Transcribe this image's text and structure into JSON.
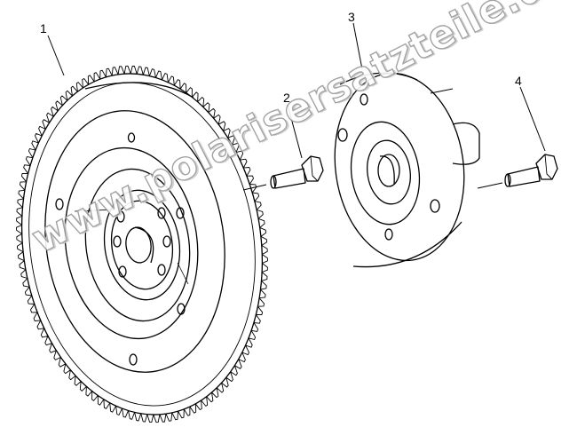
{
  "callouts": [
    {
      "id": "1",
      "label": "1"
    },
    {
      "id": "2",
      "label": "2"
    },
    {
      "id": "3",
      "label": "3"
    },
    {
      "id": "4",
      "label": "4"
    }
  ],
  "parts": [
    {
      "callout": "1",
      "shape": "flywheel-with-ring-gear"
    },
    {
      "callout": "2",
      "shape": "hex-bolt"
    },
    {
      "callout": "3",
      "shape": "drive-hub-flange"
    },
    {
      "callout": "4",
      "shape": "hex-bolt"
    }
  ],
  "watermark": "www.polarisersatzteile.de",
  "colors": {
    "line": "#000000",
    "watermark_outline": "#9a9a9a"
  }
}
